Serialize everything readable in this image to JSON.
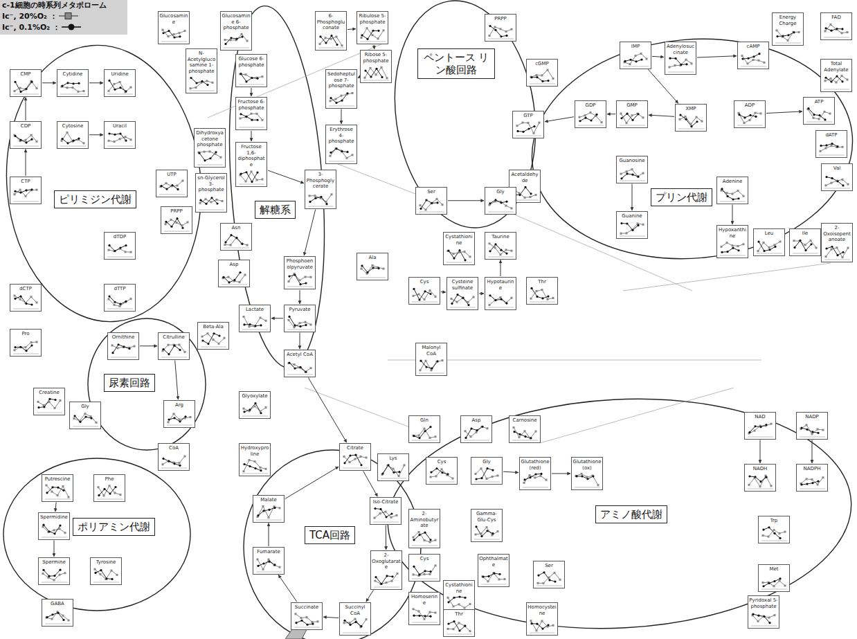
{
  "diagram": {
    "title": "c-1細胞の時系列メタボローム",
    "nodes": [
      {
        "text": [
          "Glucosamine"
        ]
      },
      {
        "text": [
          "Glucosamine 6-phosphate"
        ]
      },
      {
        "text": [
          "6-Phosphogluconate"
        ]
      },
      {
        "text": [
          "Ribulose 5-phosphate"
        ]
      },
      {
        "text": [
          "PRPP"
        ]
      },
      {
        "text": [
          "Energy Charge"
        ]
      },
      {
        "text": [
          "FAD"
        ]
      },
      {
        "text": [
          "N-Acetylglucosamine 1-phosphate"
        ]
      },
      {
        "text": [
          "Glucose 6-phosphate"
        ]
      },
      {
        "text": [
          "Ribose 5-phosphate"
        ]
      },
      {
        "text": [
          "cGMP"
        ]
      },
      {
        "text": [
          "IMP"
        ]
      },
      {
        "text": [
          "Adenylosuccinate"
        ]
      },
      {
        "text": [
          "cAMP"
        ]
      },
      {
        "text": [
          "Total Adenylate"
        ]
      },
      {
        "text": [
          "CMP"
        ]
      },
      {
        "text": [
          "Cytidine"
        ]
      },
      {
        "text": [
          "Uridine"
        ]
      },
      {
        "text": [
          "Sedoheptulose 7-phosphate"
        ]
      },
      {
        "text": [
          "Fructose 6-phosphate"
        ]
      },
      {
        "text": [
          "GTP"
        ]
      },
      {
        "text": [
          "GDP"
        ]
      },
      {
        "text": [
          "GMP"
        ]
      },
      {
        "text": [
          "XMP"
        ]
      },
      {
        "text": [
          "ADP"
        ]
      },
      {
        "text": [
          "ATP"
        ]
      },
      {
        "text": [
          "CDP"
        ]
      },
      {
        "text": [
          "Cytosine"
        ]
      },
      {
        "text": [
          "Uracil"
        ]
      },
      {
        "text": [
          "Erythrose 4-phosphate"
        ]
      },
      {
        "text": [
          "Dihydroxyacetone phosphate"
        ]
      },
      {
        "text": [
          "Fructose 1,6-diphosphate"
        ]
      },
      {
        "text": [
          "dATP"
        ]
      },
      {
        "text": [
          "Guanosine"
        ]
      },
      {
        "text": [
          "Acetaldehyde"
        ]
      },
      {
        "text": [
          "CTP"
        ]
      },
      {
        "text": [
          "UTP"
        ]
      },
      {
        "text": [
          "PRPP"
        ]
      },
      {
        "text": [
          "sn-Glycerol 3-phosphate"
        ]
      },
      {
        "text": [
          "3-Phosphoglycerate"
        ]
      },
      {
        "text": [
          "Ser"
        ]
      },
      {
        "text": [
          "Gly"
        ]
      },
      {
        "text": [
          "Adenine"
        ]
      },
      {
        "text": [
          "Val"
        ]
      },
      {
        "text": [
          "Guanine"
        ]
      },
      {
        "text": [
          "Asn"
        ]
      },
      {
        "text": [
          "Hypoxanthine"
        ]
      },
      {
        "text": [
          "Leu"
        ]
      },
      {
        "text": [
          "Ile"
        ]
      },
      {
        "text": [
          "2-Oxoisopentanoate"
        ]
      },
      {
        "text": [
          "dTDP"
        ]
      },
      {
        "text": [
          "Cystathionine"
        ]
      },
      {
        "text": [
          "Taurine"
        ]
      },
      {
        "text": [
          "Asp"
        ]
      },
      {
        "text": [
          "Phosphoenolpyruvate"
        ]
      },
      {
        "text": [
          "Ala"
        ]
      },
      {
        "text": [
          "Cys"
        ]
      },
      {
        "text": [
          "Cysteine sulfinate"
        ]
      },
      {
        "text": [
          "Hypotaurine"
        ]
      },
      {
        "text": [
          "Thr"
        ]
      },
      {
        "text": [
          "dCTP"
        ]
      },
      {
        "text": [
          "dTTP"
        ]
      },
      {
        "text": [
          "Pyruvate"
        ]
      },
      {
        "text": [
          "Lactate"
        ]
      },
      {
        "text": [
          "Pro"
        ]
      },
      {
        "text": [
          "Ornithine"
        ]
      },
      {
        "text": [
          "Citrulline"
        ]
      },
      {
        "text": [
          "Beta-Ala"
        ]
      },
      {
        "text": [
          "Acetyl CoA"
        ]
      },
      {
        "text": [
          "Malonyl CoA"
        ]
      },
      {
        "text": [
          "Creatine"
        ]
      },
      {
        "text": [
          "Gly"
        ]
      },
      {
        "text": [
          "Arg"
        ]
      },
      {
        "text": [
          "Glyoxylate"
        ]
      },
      {
        "text": [
          "Gln"
        ]
      },
      {
        "text": [
          "Asp"
        ]
      },
      {
        "text": [
          "Carnosine"
        ]
      },
      {
        "text": [
          "NAD"
        ]
      },
      {
        "text": [
          "NADP"
        ]
      },
      {
        "text": [
          "Citrate"
        ]
      },
      {
        "text": [
          "CoA"
        ]
      },
      {
        "text": [
          "Hydroxyproline"
        ]
      },
      {
        "text": [
          "Cys"
        ]
      },
      {
        "text": [
          "Gly"
        ]
      },
      {
        "text": [
          "Glutathione (red)"
        ]
      },
      {
        "text": [
          "Glutathione (ox)"
        ]
      },
      {
        "text": [
          "NADH"
        ]
      },
      {
        "text": [
          "NADPH"
        ]
      },
      {
        "text": [
          "Putrescine"
        ]
      },
      {
        "text": [
          "Phe"
        ]
      },
      {
        "text": [
          "Lys"
        ]
      },
      {
        "text": [
          "Malate"
        ]
      },
      {
        "text": [
          "Iso-Citrate"
        ]
      },
      {
        "text": [
          "2-Aminobutyrate"
        ]
      },
      {
        "text": [
          "Gamma-Glu-Cys"
        ]
      },
      {
        "text": [
          "Trp"
        ]
      },
      {
        "text": [
          "Fumarate"
        ]
      },
      {
        "text": [
          "2-Oxoglutarate"
        ]
      },
      {
        "text": [
          "Cys"
        ]
      },
      {
        "text": [
          "Ophthalmate"
        ]
      },
      {
        "text": [
          "Ser"
        ]
      },
      {
        "text": [
          "Met"
        ]
      },
      {
        "text": [
          "Spermidine"
        ]
      },
      {
        "text": [
          "Spermine"
        ]
      },
      {
        "text": [
          "Tyrosine"
        ]
      },
      {
        "text": [
          "Cystathionine"
        ]
      },
      {
        "text": [
          "Homoserine"
        ]
      },
      {
        "text": [
          "Homocysteine"
        ]
      },
      {
        "text": [
          "Thr"
        ]
      },
      {
        "text": [
          "GABA"
        ]
      },
      {
        "text": [
          "Succinate"
        ]
      },
      {
        "text": [
          "Succinyl CoA"
        ]
      },
      {
        "text": [
          "Pyridoxal 5-phosphate"
        ]
      },
      {
        "text": [
          "ピリミジン代謝"
        ]
      },
      {
        "text": [
          "解糖系"
        ]
      },
      {
        "text": [
          "ペントース リン酸回路"
        ]
      },
      {
        "text": [
          "プリン代謝"
        ]
      },
      {
        "text": [
          "尿素回路"
        ]
      },
      {
        "text": [
          "ポリアミン代謝"
        ]
      },
      {
        "text": [
          "TCA回路"
        ]
      },
      {
        "text": [
          "アミノ酸代謝"
        ]
      }
    ],
    "edges": [
      {
        "from": 8,
        "to": 19,
        "arrow": "to"
      },
      {
        "from": 19,
        "to": 31,
        "arrow": "to"
      },
      {
        "from": 31,
        "to": 39,
        "arrow": "to"
      },
      {
        "from": 39,
        "to": 54,
        "arrow": "to"
      },
      {
        "from": 54,
        "to": 62,
        "arrow": "to"
      },
      {
        "from": 62,
        "to": 68,
        "arrow": "to"
      },
      {
        "from": 62,
        "to": 63,
        "arrow": "to"
      },
      {
        "from": 2,
        "to": 3,
        "arrow": "to"
      },
      {
        "from": 3,
        "to": 9,
        "arrow": "to"
      },
      {
        "from": 9,
        "to": 18,
        "arrow": "to"
      },
      {
        "from": 18,
        "to": 29,
        "arrow": "to"
      },
      {
        "from": 11,
        "to": 12,
        "arrow": "to"
      },
      {
        "from": 12,
        "to": 13,
        "arrow": "to"
      },
      {
        "from": 11,
        "to": 23,
        "arrow": "to"
      },
      {
        "from": 23,
        "to": 22,
        "arrow": "to"
      },
      {
        "from": 22,
        "to": 21,
        "arrow": "to"
      },
      {
        "from": 21,
        "to": 20,
        "arrow": "to"
      },
      {
        "from": 24,
        "to": 25,
        "arrow": "to"
      },
      {
        "from": 33,
        "to": 44,
        "arrow": "to"
      },
      {
        "from": 42,
        "to": 46,
        "arrow": "to"
      },
      {
        "from": 15,
        "to": 16,
        "arrow": "to"
      },
      {
        "from": 16,
        "to": 17,
        "arrow": "to"
      },
      {
        "from": 27,
        "to": 28,
        "arrow": "to"
      },
      {
        "from": 26,
        "to": 15,
        "arrow": "to"
      },
      {
        "from": 35,
        "to": 26,
        "arrow": "to"
      },
      {
        "from": 65,
        "to": 66,
        "arrow": "to"
      },
      {
        "from": 66,
        "to": 72,
        "arrow": "to"
      },
      {
        "from": 83,
        "to": 84,
        "arrow": "to"
      },
      {
        "from": 84,
        "to": 85,
        "arrow": "to"
      },
      {
        "from": 77,
        "to": 86,
        "arrow": "to"
      },
      {
        "from": 78,
        "to": 87,
        "arrow": "to"
      },
      {
        "from": 40,
        "to": 41,
        "arrow": "to"
      },
      {
        "from": 56,
        "to": 57,
        "arrow": "to"
      },
      {
        "from": 57,
        "to": 58,
        "arrow": "to"
      },
      {
        "from": 58,
        "to": 52,
        "arrow": "to"
      },
      {
        "from": 88,
        "to": 102,
        "arrow": "to"
      },
      {
        "from": 102,
        "to": 103,
        "arrow": "to"
      },
      {
        "from": 68,
        "to": 79,
        "arrow": "to"
      },
      {
        "from": 79,
        "to": 92,
        "arrow": "to"
      },
      {
        "from": 92,
        "to": 97,
        "arrow": "to"
      },
      {
        "from": 97,
        "to": 111,
        "arrow": "to"
      },
      {
        "from": 111,
        "to": 110,
        "arrow": "to"
      },
      {
        "from": 110,
        "to": 96,
        "arrow": "to"
      },
      {
        "from": 96,
        "to": 91,
        "arrow": "to"
      },
      {
        "from": 91,
        "to": 79,
        "arrow": "to"
      }
    ],
    "legend": [
      {
        "text": "Ic⁻, 20%O₂ ："
      },
      {
        "text": "Ic⁻, 0.1%O₂ ："
      }
    ]
  }
}
